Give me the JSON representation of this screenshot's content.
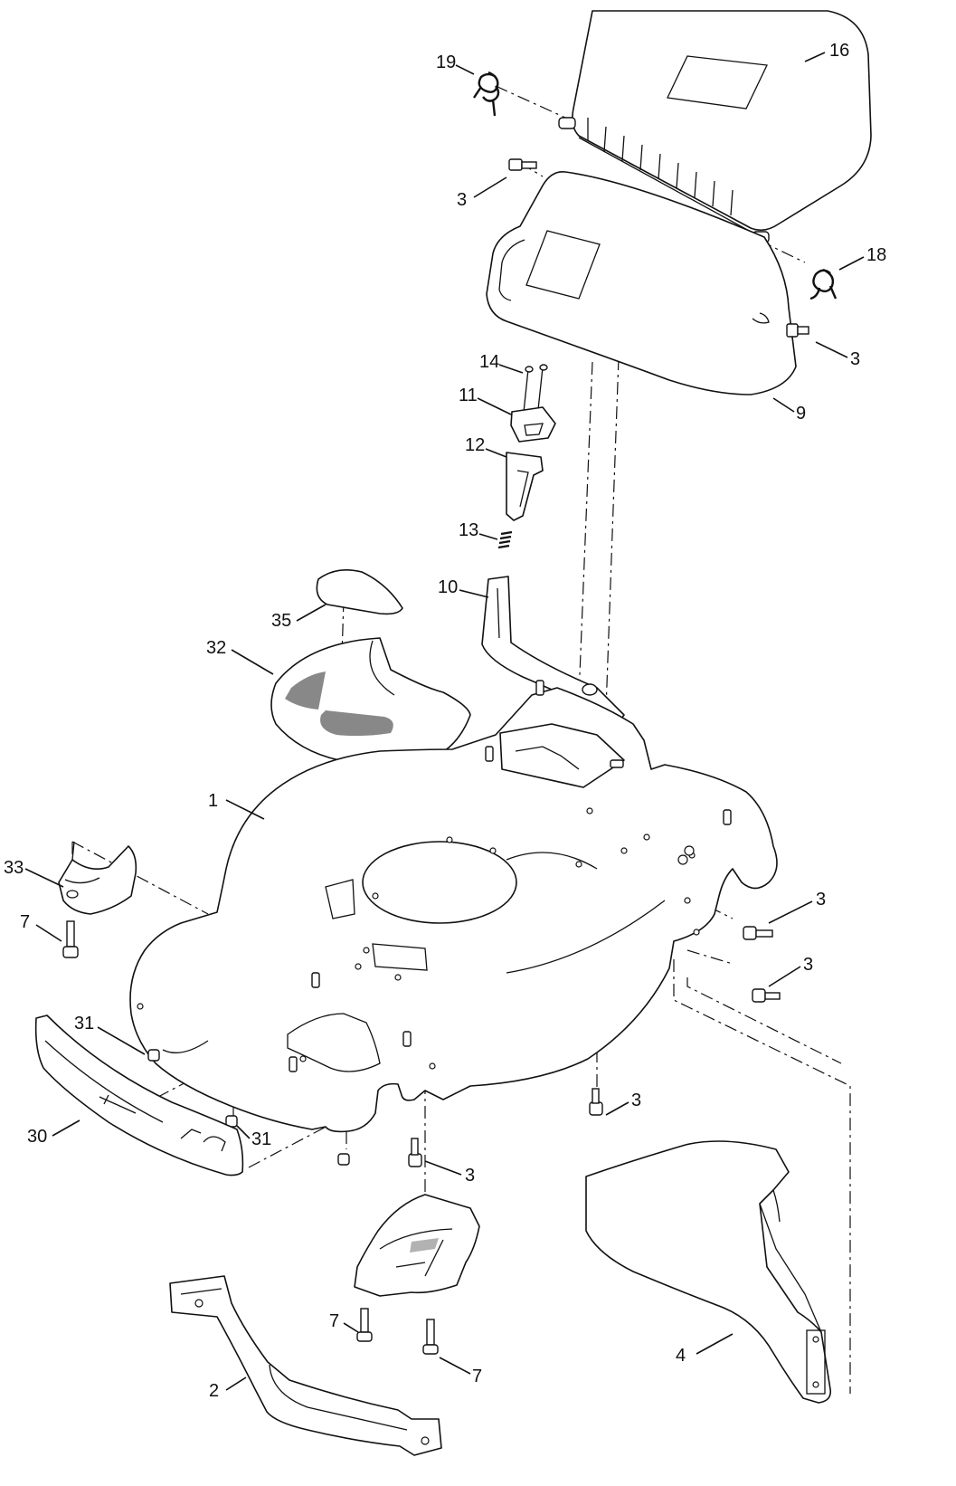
{
  "callouts": {
    "c1": "1",
    "c2": "2",
    "c3a": "3",
    "c3b": "3",
    "c3c": "3",
    "c3d": "3",
    "c3e": "3",
    "c3f": "3",
    "c4": "4",
    "c7a": "7",
    "c7b": "7",
    "c7c": "7",
    "c9": "9",
    "c10": "10",
    "c11": "11",
    "c12": "12",
    "c13": "13",
    "c14": "14",
    "c16": "16",
    "c18": "18",
    "c19": "19",
    "c30": "30",
    "c31a": "31",
    "c31b": "31",
    "c32": "32",
    "c33": "33",
    "c35": "35"
  },
  "colors": {
    "line": "#111111",
    "background": "#ffffff",
    "mesh": "#555555"
  }
}
